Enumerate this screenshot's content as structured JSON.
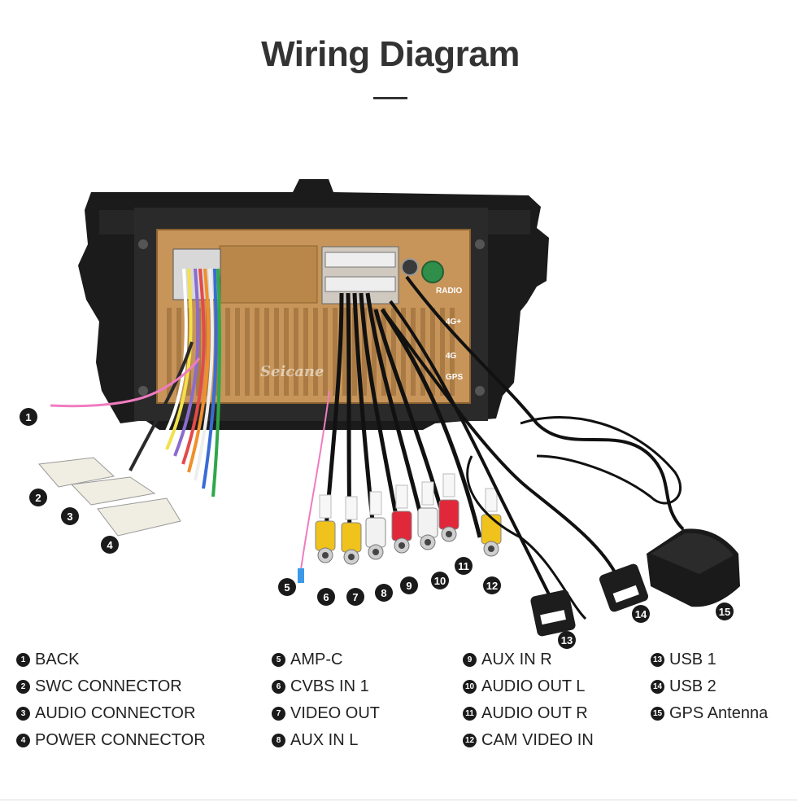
{
  "title": "Wiring Diagram",
  "watermark": "Seicane",
  "silkscreen": {
    "radio": "RADIO",
    "4g_plus": "4G+",
    "4g": "4G",
    "gps": "GPS"
  },
  "callouts": [
    "1",
    "2",
    "3",
    "4",
    "5",
    "6",
    "7",
    "8",
    "9",
    "10",
    "11",
    "12",
    "13",
    "14",
    "15"
  ],
  "legend": [
    {
      "num": "1",
      "label": "BACK"
    },
    {
      "num": "2",
      "label": "SWC CONNECTOR"
    },
    {
      "num": "3",
      "label": "AUDIO CONNECTOR"
    },
    {
      "num": "4",
      "label": "POWER CONNECTOR"
    },
    {
      "num": "5",
      "label": "AMP-C"
    },
    {
      "num": "6",
      "label": "CVBS IN 1"
    },
    {
      "num": "7",
      "label": "VIDEO OUT"
    },
    {
      "num": "8",
      "label": "AUX IN L"
    },
    {
      "num": "9",
      "label": "AUX IN R"
    },
    {
      "num": "10",
      "label": "AUDIO OUT L"
    },
    {
      "num": "11",
      "label": "AUDIO OUT R"
    },
    {
      "num": "12",
      "label": "CAM VIDEO IN"
    },
    {
      "num": "13",
      "label": "USB 1"
    },
    {
      "num": "14",
      "label": "USB 2"
    },
    {
      "num": "15",
      "label": "GPS Antenna"
    }
  ],
  "colors": {
    "frame": "#1b1b1b",
    "pcb": "#c7955a",
    "pcb_dark": "#a97a44",
    "rca_yellow": "#f0c21c",
    "rca_white": "#f2f2f2",
    "rca_red": "#e0283a",
    "wire_pink": "#f07cc0",
    "cable_black": "#111111"
  }
}
